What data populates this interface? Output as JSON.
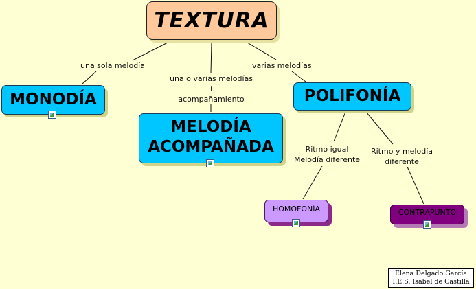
{
  "root": {
    "label": "TEXTURA"
  },
  "nodes": {
    "monodia": {
      "label": "MONODÍA"
    },
    "melodia_line1": "MELODÍA",
    "melodia_line2": "ACOMPAÑADA",
    "polifonia": {
      "label": "POLIFONÍA"
    },
    "homofonia": {
      "label": "HOMOFONÍA"
    },
    "contrapunto": {
      "label": "CONTRAPUNTO"
    }
  },
  "links": {
    "una_sola": "una sola melodía",
    "una_o_varias_1": "una o varias melodías",
    "una_o_varias_2": "+",
    "una_o_varias_3": "acompañamiento",
    "varias": "varias melodías",
    "ritmo_igual_1": "Ritmo igual",
    "ritmo_igual_2": "Melodía diferente",
    "ritmo_y_mel_1": "Ritmo y melodía",
    "ritmo_y_mel_2": "diferente"
  },
  "credit": {
    "line1": "Elena Delgado García",
    "line2": "I.E.S. Isabel de Castilla"
  },
  "colors": {
    "background": "#ffffd4",
    "root": "#ffc99c",
    "primary_concept": "#00c6ff",
    "homofonia": "#cc99ff",
    "contrapunto": "#800080"
  },
  "icons": [
    "image-icon"
  ]
}
